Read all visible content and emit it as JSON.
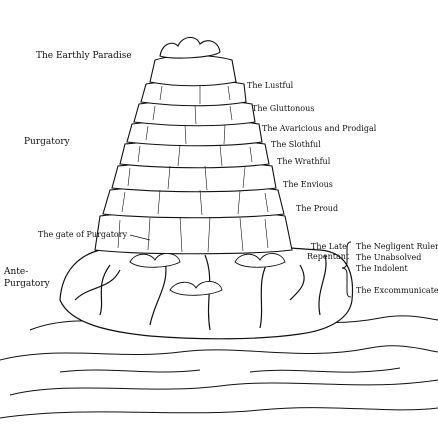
{
  "labels": {
    "earthly_paradise": "The Earthly Paradise",
    "purgatory": "Purgatory",
    "gate": "The gate of Purgatory",
    "ante_purgatory_1": "Ante-",
    "ante_purgatory_2": "Purgatory",
    "late_repentant_1": "The Late",
    "late_repentant_2": "Repentant",
    "terraces": [
      "The Lustful",
      "The Gluttonous",
      "The Avaricious and Prodigal",
      "The Slothful",
      "The Wrathful",
      "The Envious",
      "The Proud"
    ],
    "ante_groups": [
      "The Negligent Rulers",
      "The Unabsolved",
      "The Indolent",
      "The Excommunicate"
    ]
  },
  "colors": {
    "ink": "#111111",
    "paper": "#ffffff"
  }
}
